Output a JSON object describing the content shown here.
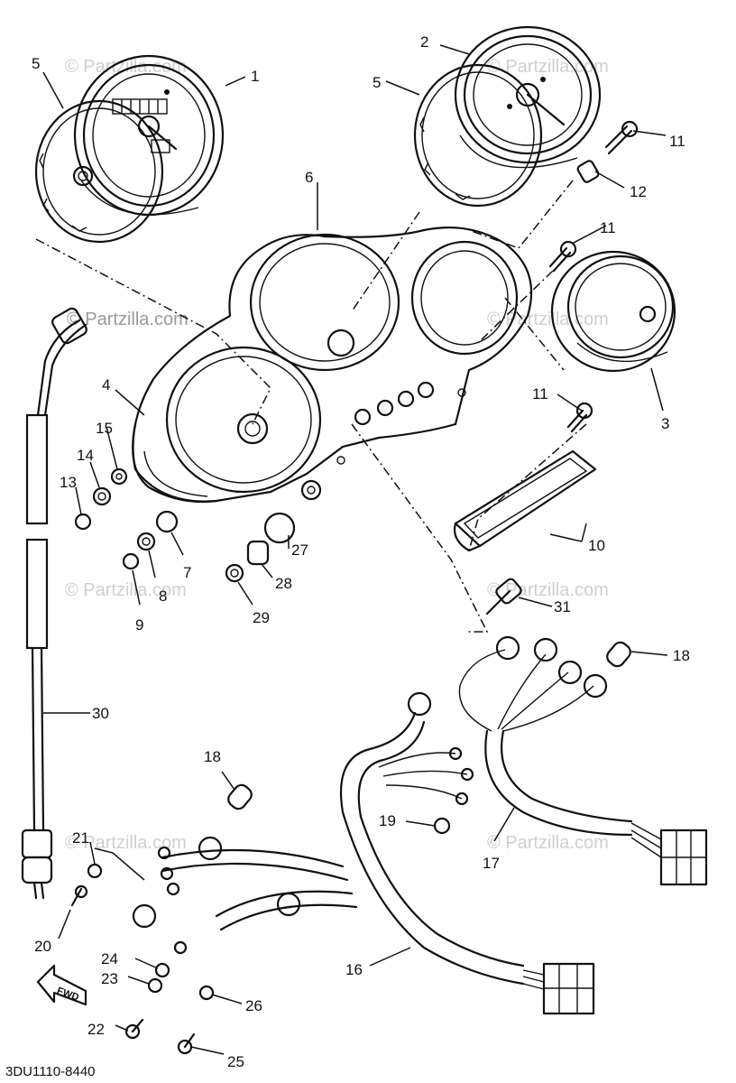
{
  "watermark": "© Partzilla.com",
  "diagram_code": "3DU1110-8440",
  "fwd_label": "FWD",
  "callouts": [
    "1",
    "2",
    "3",
    "4",
    "5",
    "5",
    "6",
    "7",
    "8",
    "9",
    "10",
    "11",
    "11",
    "11",
    "12",
    "13",
    "14",
    "15",
    "16",
    "17",
    "18",
    "18",
    "19",
    "20",
    "21",
    "22",
    "23",
    "24",
    "25",
    "26",
    "27",
    "28",
    "29",
    "30",
    "31"
  ]
}
